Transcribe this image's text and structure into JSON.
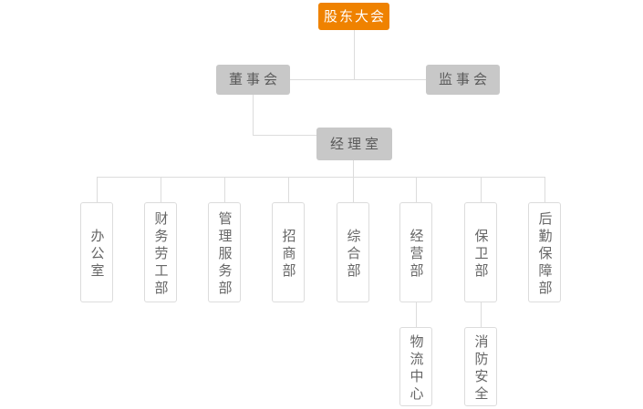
{
  "org_chart": {
    "type": "org-chart",
    "root": {
      "label": "股东大会"
    },
    "board": {
      "label": "董事会",
      "parent": "股东大会"
    },
    "supervisory": {
      "label": "监事会",
      "parent": "股东大会"
    },
    "manager_office": {
      "label": "经理室",
      "parent": "董事会"
    },
    "departments": [
      {
        "label": "办公室",
        "parent": "经理室"
      },
      {
        "label": "财务劳工部",
        "parent": "经理室"
      },
      {
        "label": "管理服务部",
        "parent": "经理室"
      },
      {
        "label": "招商部",
        "parent": "经理室"
      },
      {
        "label": "综合部",
        "parent": "经理室"
      },
      {
        "label": "经营部",
        "parent": "经理室"
      },
      {
        "label": "保卫部",
        "parent": "经理室"
      },
      {
        "label": "后勤保障部",
        "parent": "经理室"
      }
    ],
    "sub_departments": [
      {
        "label": "物流中心",
        "parent": "经营部"
      },
      {
        "label": "消防安全",
        "parent": "保卫部"
      }
    ],
    "colors": {
      "root_bg": "#ef8200",
      "root_text": "#ffffff",
      "branch_bg": "#c8c8c8",
      "branch_text": "#5a5a5a",
      "leaf_bg": "#ffffff",
      "leaf_border": "#dcdcdc",
      "leaf_text": "#666666",
      "connector": "#dcdcdc",
      "background": "#ffffff"
    }
  }
}
